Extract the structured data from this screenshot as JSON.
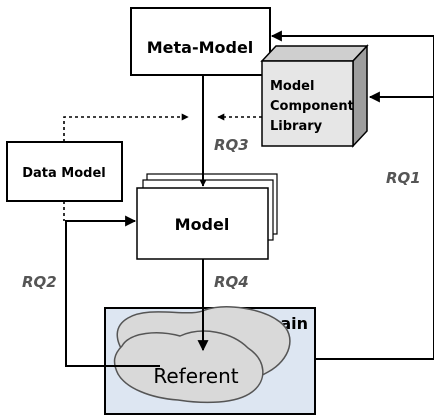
{
  "nodes": {
    "meta_model": "Meta-Model",
    "library": [
      "Model",
      "Component",
      "Library"
    ],
    "data_model": "Data Model",
    "model": "Model",
    "domain": "Domain",
    "referent": "Referent"
  },
  "questions": {
    "rq1": "RQ1",
    "rq2": "RQ2",
    "rq3": "RQ3",
    "rq4": "RQ4"
  },
  "colors": {
    "line": "#000000",
    "domain_fill": "#dde6f2",
    "cloud_fill": "#d9d9d9",
    "cube_front": "#e6e6e6",
    "cube_side": "#9e9e9e",
    "cube_top": "#cfcfcf",
    "rq_text": "#555555"
  }
}
